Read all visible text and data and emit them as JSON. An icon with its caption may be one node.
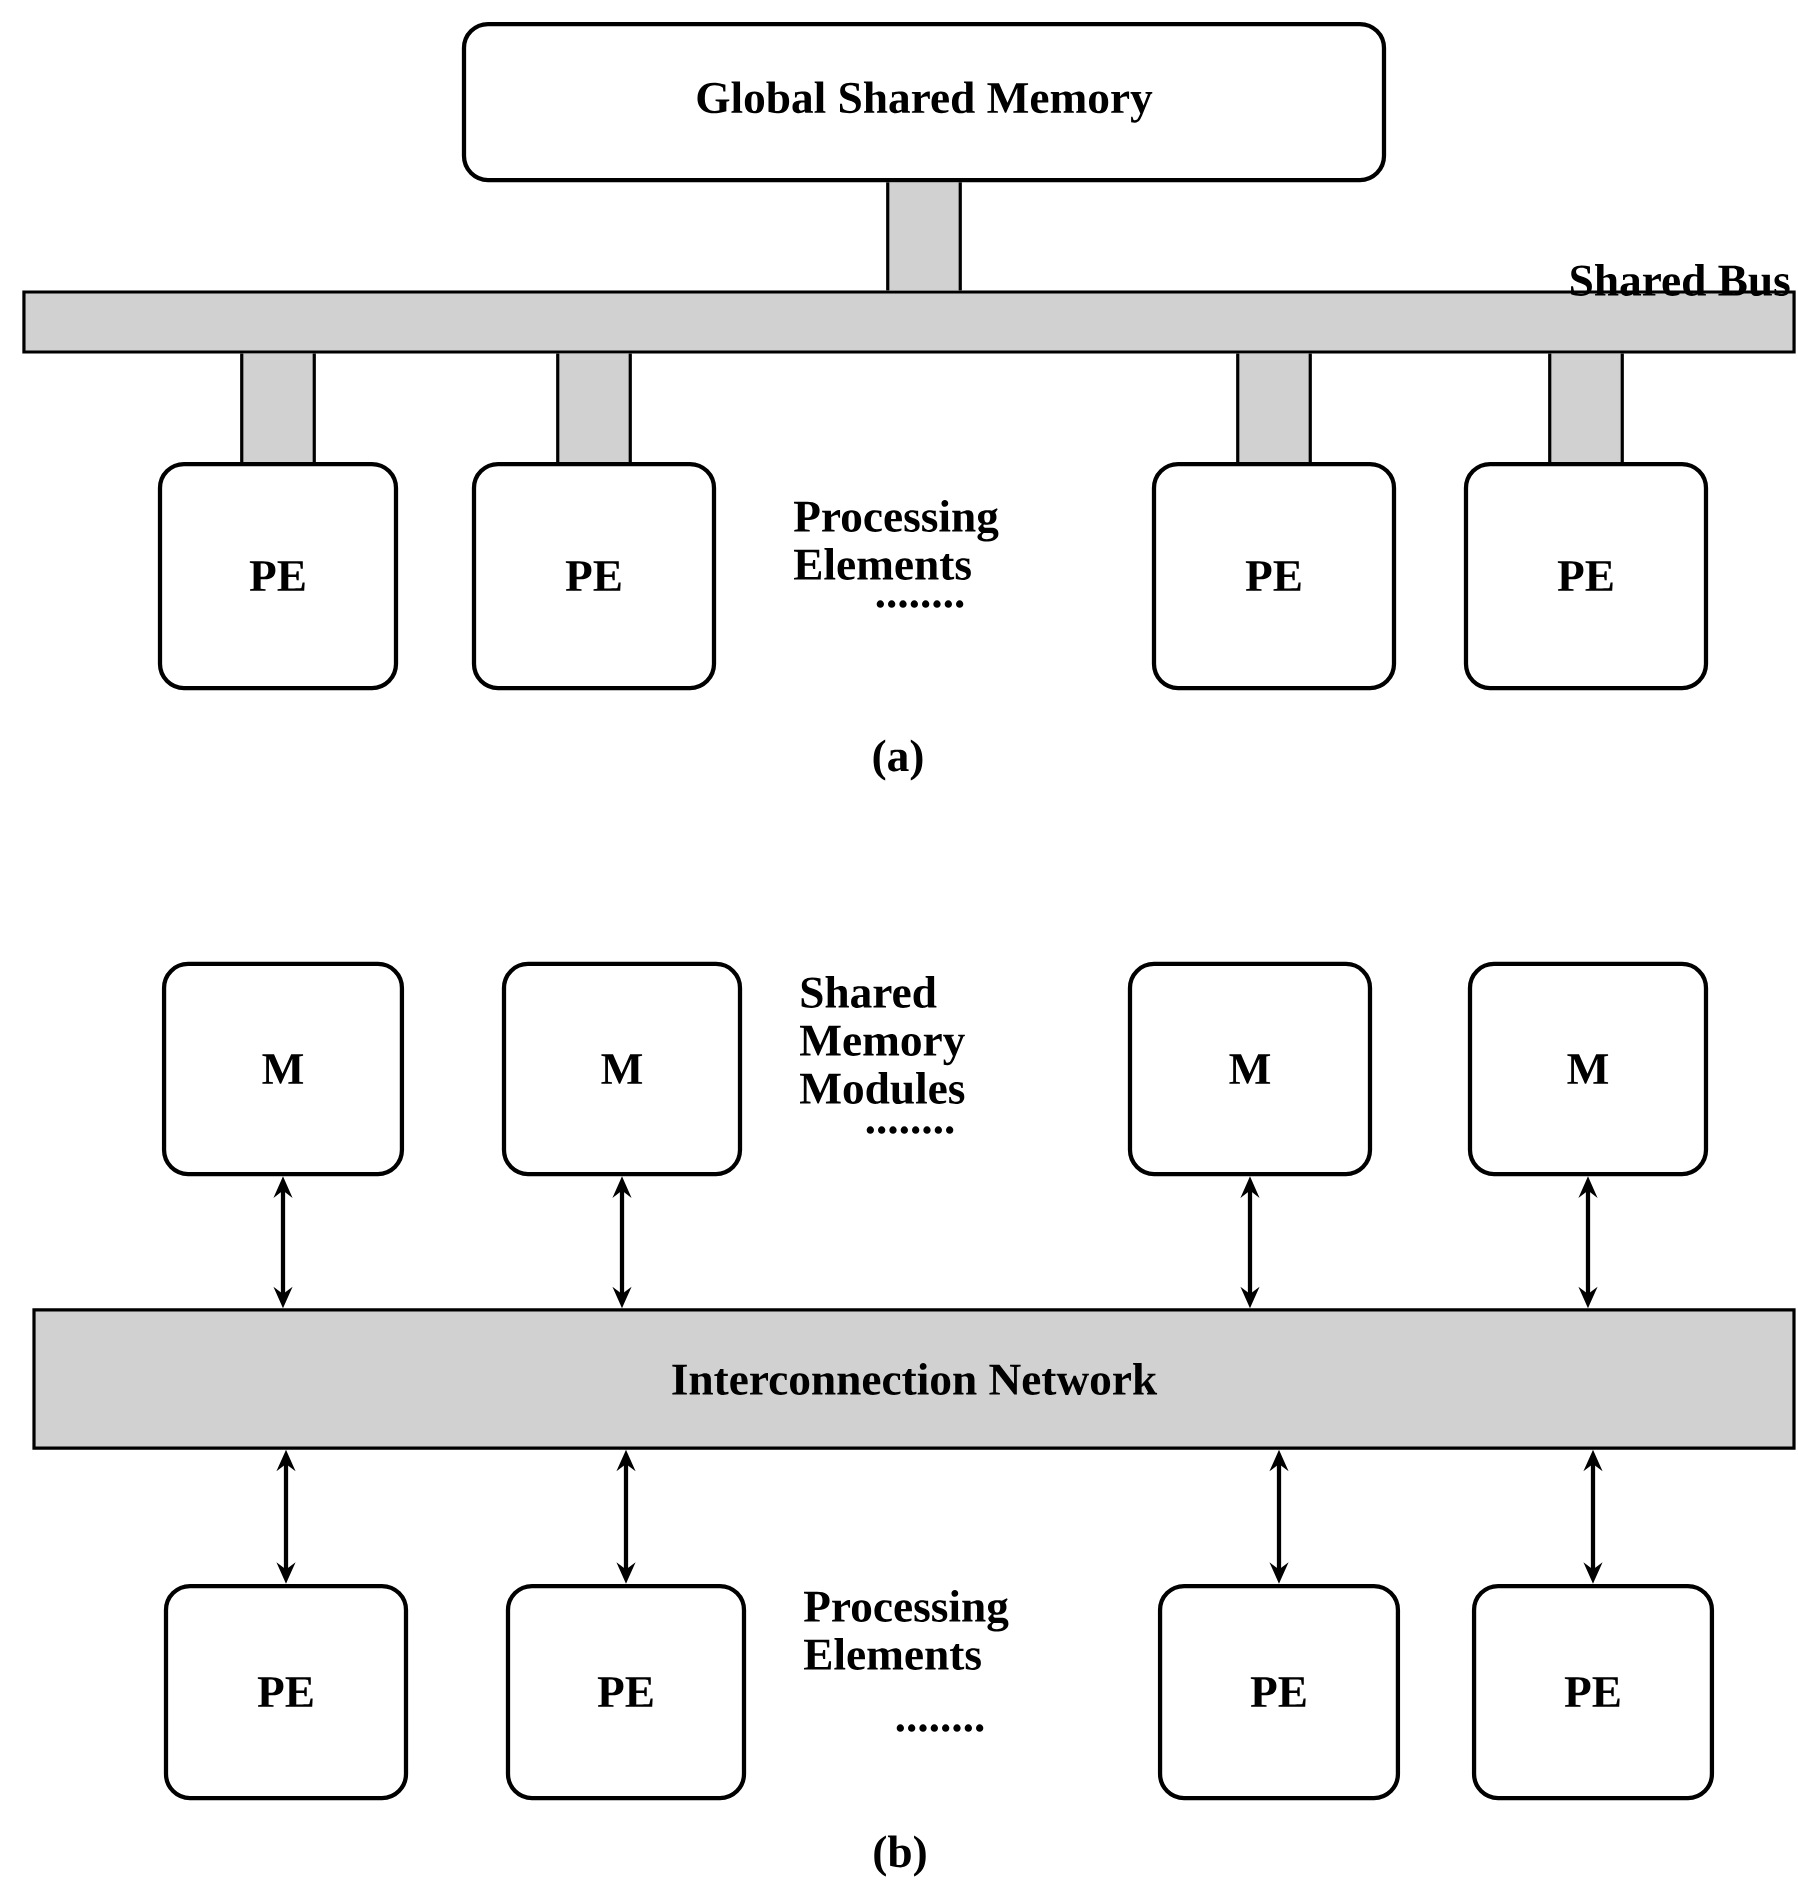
{
  "diagram": {
    "nodes": [
      {
        "text": [
          "Global Shared Memory"
        ]
      },
      {
        "text": [
          "Shared Bus"
        ]
      },
      {
        "text": [
          "PE"
        ]
      },
      {
        "text": [
          "PE"
        ]
      },
      {
        "text": [
          "PE"
        ]
      },
      {
        "text": [
          "PE"
        ]
      },
      {
        "text": [
          "M"
        ]
      },
      {
        "text": [
          "M"
        ]
      },
      {
        "text": [
          "M"
        ]
      },
      {
        "text": [
          "M"
        ]
      },
      {
        "text": [
          "Interconnection Network"
        ]
      },
      {
        "text": [
          "PE"
        ]
      },
      {
        "text": [
          "PE"
        ]
      },
      {
        "text": [
          "PE"
        ]
      },
      {
        "text": [
          "PE"
        ]
      }
    ],
    "edges": [
      {
        "from": 0,
        "to": 1,
        "arrow": "none",
        "style": "thick"
      },
      {
        "from": 1,
        "to": 2,
        "arrow": "none",
        "style": "thick"
      },
      {
        "from": 1,
        "to": 3,
        "arrow": "none",
        "style": "thick"
      },
      {
        "from": 1,
        "to": 4,
        "arrow": "none",
        "style": "thick"
      },
      {
        "from": 1,
        "to": 5,
        "arrow": "none",
        "style": "thick"
      },
      {
        "from": 6,
        "to": 10,
        "arrow": "both"
      },
      {
        "from": 7,
        "to": 10,
        "arrow": "both"
      },
      {
        "from": 8,
        "to": 10,
        "arrow": "both"
      },
      {
        "from": 9,
        "to": 10,
        "arrow": "both"
      },
      {
        "from": 10,
        "to": 11,
        "arrow": "both"
      },
      {
        "from": 10,
        "to": 12,
        "arrow": "both"
      },
      {
        "from": 10,
        "to": 13,
        "arrow": "both"
      },
      {
        "from": 10,
        "to": 14,
        "arrow": "both"
      }
    ],
    "labels": [
      "Processing Elements",
      "........",
      "(a)",
      "Shared Memory Modules",
      "........",
      "Processing Elements",
      "........",
      "(b)"
    ]
  }
}
